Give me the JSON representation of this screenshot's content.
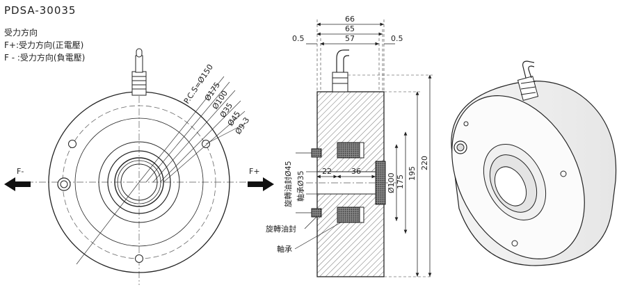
{
  "model": "PDSA-30035",
  "notes": {
    "direction": "受力方向",
    "f_plus": "F+:受力方向(正電壓)",
    "f_minus": "F - :受力方向(負電壓)"
  },
  "front_view": {
    "arrow_left": "F-",
    "arrow_right": "F+",
    "callouts": [
      "P.C.S=Ø150",
      "Ø175",
      "Ø100",
      "Ø35",
      "Ø45",
      "Ø9-3"
    ]
  },
  "section_view": {
    "top_dims": [
      "66",
      "65",
      "57"
    ],
    "side_gap_left": "0.5",
    "side_gap_right": "0.5",
    "inner_dims": [
      "22",
      "36"
    ],
    "vertical_dims": [
      "Ø100",
      "175",
      "195",
      "220"
    ],
    "left_labels": [
      "旋轉油封Ø45",
      "軸承Ø35"
    ],
    "callout_labels": [
      "旋轉油封",
      "軸承"
    ]
  }
}
